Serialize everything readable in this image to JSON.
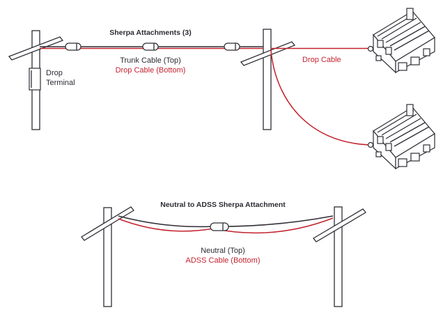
{
  "top_diagram": {
    "title": "Sherpa Attachments (3)",
    "cable_label_trunk": "Trunk Cable (Top)",
    "cable_label_drop": "Drop Cable (Bottom)",
    "drop_terminal_line1": "Drop",
    "drop_terminal_line2": "Terminal",
    "drop_cable_label": "Drop Cable"
  },
  "bottom_diagram": {
    "title": "Neutral to ADSS Sherpa Attachment",
    "label_neutral": "Neutral (Top)",
    "label_adss": "ADSS Cable (Bottom)"
  },
  "colors": {
    "ink": "#2d2d35",
    "red": "#c4232f",
    "text": "#2b2b33"
  }
}
